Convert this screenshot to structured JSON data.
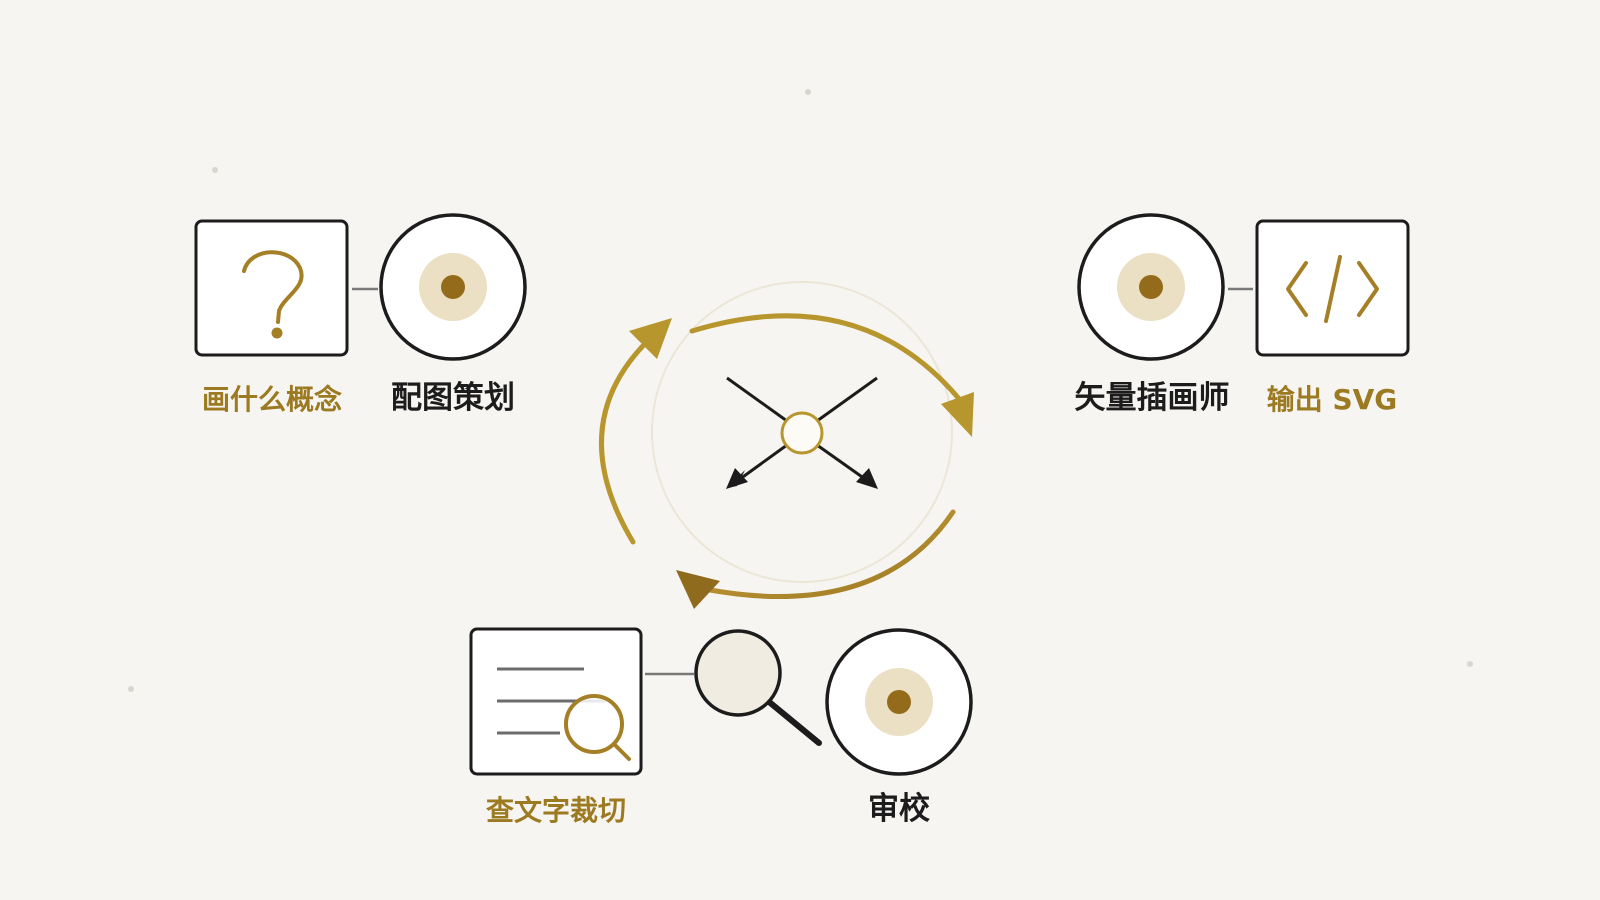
{
  "colors": {
    "background": "#f7f5f1",
    "gold": "#b8962e",
    "gold_dark": "#8f6b1d",
    "dot_gold": "#946b1b",
    "halo": "#ebdfc4",
    "dark": "#1c1c1c",
    "panel": "#ffffff",
    "connector": "#7a7a7a"
  },
  "stages": {
    "plan": {
      "concept_label": "画什么概念",
      "role_label": "配图策划",
      "concept_icon": "question-mark-icon"
    },
    "illustrate": {
      "role_label": "矢量插画师",
      "output_label": "输出 SVG",
      "output_icon": "code-brackets-icon"
    },
    "review": {
      "check_label": "查文字裁切",
      "role_label": "审校",
      "check_icon": "document-search-icon",
      "tool_icon": "magnifier-icon"
    }
  },
  "center": {
    "cycle_icon": "cycle-arrows-icon",
    "hub_icon": "crossed-arrows-icon"
  }
}
